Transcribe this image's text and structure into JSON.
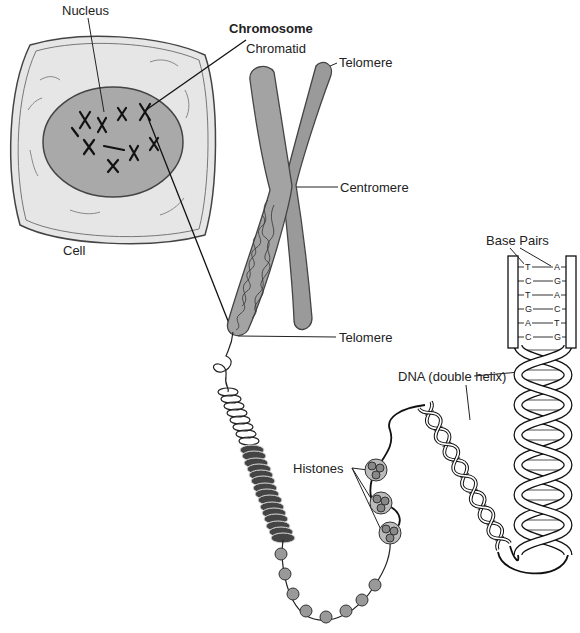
{
  "diagram": {
    "labels": [
      "Nucleus",
      "Chromosome",
      "Chromatid",
      "Telomere",
      "Centromere",
      "Cell",
      "Telomere",
      "Base Pairs",
      "DNA (double helix)",
      "Histones",
      "T",
      "A",
      "C",
      "G",
      "T",
      "A",
      "G",
      "C",
      "A",
      "T",
      "C",
      "G"
    ]
  }
}
